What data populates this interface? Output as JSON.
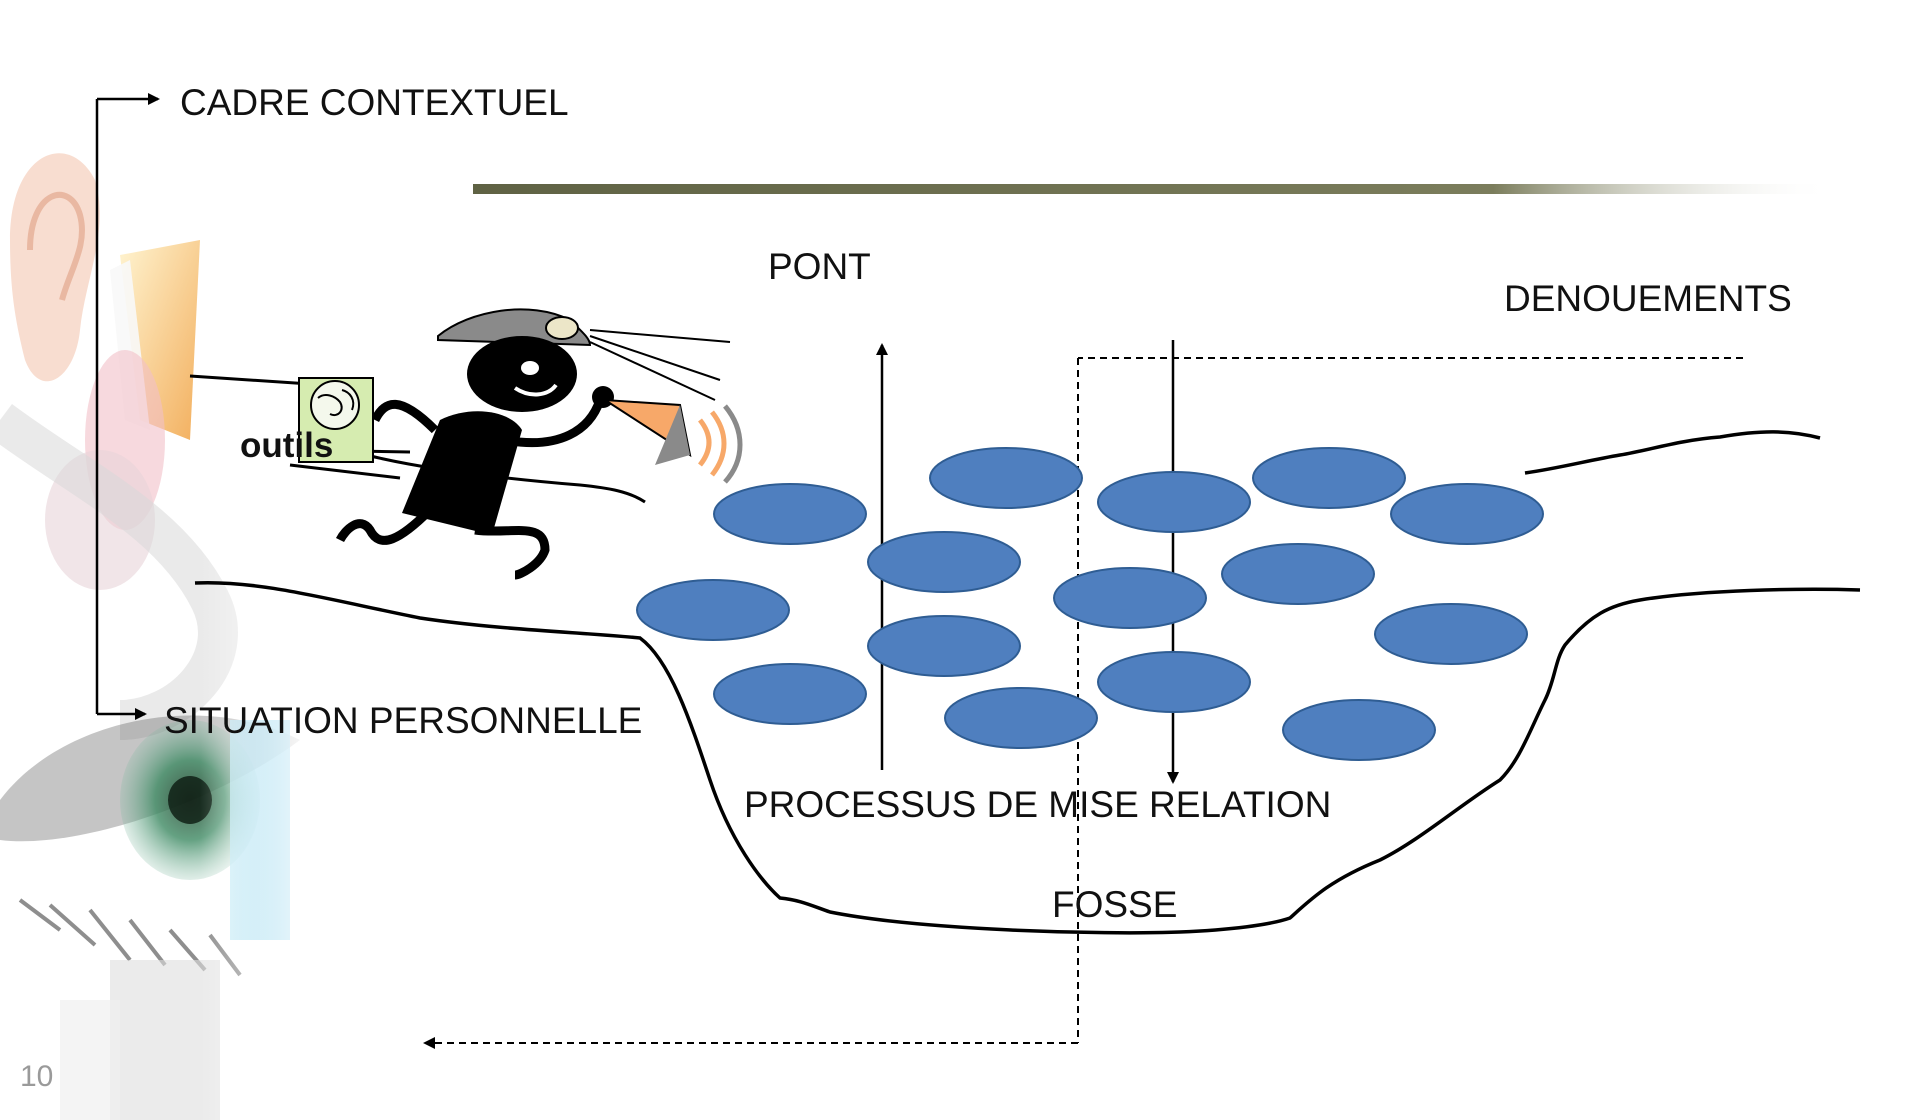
{
  "slide": {
    "number": "10"
  },
  "labels": {
    "cadre_contextuel": "CADRE CONTEXTUEL",
    "situation_personnelle": "SITUATION PERSONNELLE",
    "pont": "PONT",
    "denouements": "DENOUEMENTS",
    "processus": "PROCESSUS DE MISE RELATION",
    "fosse": "FOSSE",
    "outils": "outils"
  },
  "colors": {
    "stone_fill": "#4f7fbf",
    "stone_stroke": "#2f5d93",
    "header_bar": "#6b6e4e",
    "line": "#000000",
    "book_fill": "#d6ecb0",
    "megaphone": "#f7a869"
  },
  "icons": {
    "character": "running-explorer-icon",
    "globe": "globe-icon",
    "megaphone": "megaphone-icon",
    "background": "ear-and-eye-illustration"
  }
}
